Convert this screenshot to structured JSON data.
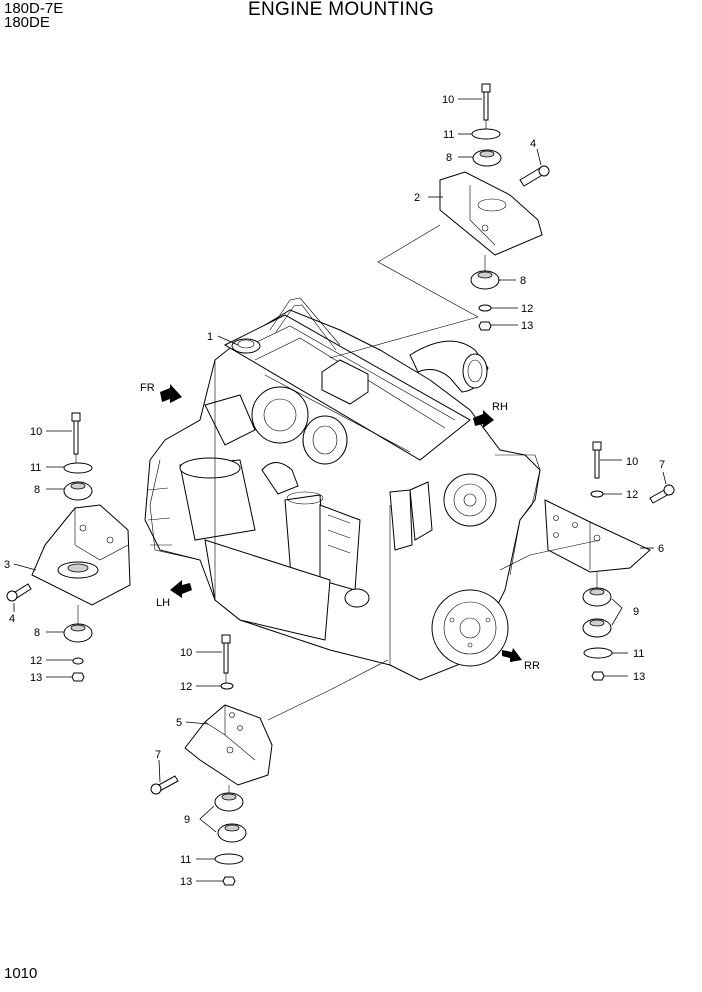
{
  "header": {
    "model_1": "180D-7E",
    "model_2": "180DE",
    "title": "ENGINE MOUNTING"
  },
  "footer": {
    "page_number": "1010"
  },
  "directions": {
    "fr": "FR",
    "rh": "RH",
    "lh": "LH",
    "rr": "RR"
  },
  "callouts": {
    "engine": "1",
    "top_bracket": "2",
    "left_bracket": "3",
    "left_bolt_4": "4",
    "top_bolt_4": "4",
    "bottom_bracket": "5",
    "right_bracket": "6",
    "right_bolt_7": "7",
    "bottom_bolt_7": "7",
    "top_mount_8a": "8",
    "top_mount_8b": "8",
    "left_mount_8a": "8",
    "left_mount_8b": "8",
    "right_mount_9": "9",
    "bottom_mount_9": "9",
    "top_bolt_10": "10",
    "left_bolt_10": "10",
    "right_bolt_10": "10",
    "bottom_bolt_10": "10",
    "top_washer_11": "11",
    "left_washer_11": "11",
    "right_washer_11": "11",
    "bottom_washer_11": "11",
    "top_washer_12": "12",
    "left_washer_12": "12",
    "right_washer_12": "12",
    "bottom_washer_12": "12",
    "top_nut_13": "13",
    "left_nut_13": "13",
    "right_nut_13": "13",
    "bottom_nut_13": "13"
  }
}
